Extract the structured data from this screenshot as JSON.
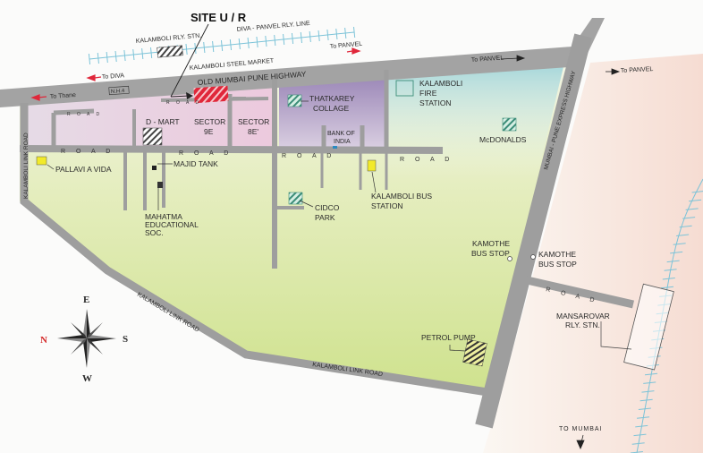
{
  "colors": {
    "road": "#9e9e9e",
    "green_zone": "#dbe8a6",
    "pink_zone": "#ead7e3",
    "purple_zone": "#a895c2",
    "blue_zone": "#a9d9dc",
    "railway": "#7cc3d8",
    "site_marker": "#e0273a",
    "marker_yellow": "#f2ea2a",
    "north_label": "#d42a2a"
  },
  "title": "SITE U / R",
  "labels": {
    "kalamboli_rly_stn": "KALAMBOLI RLY. STN.",
    "diva_panvel_line": "DIVA - PANVEL RLY. LINE",
    "to_panvel_rail": "To PANVEL",
    "to_diva": "To DIVA",
    "steel_market": "KALAMBOLI STEEL MARKET",
    "old_highway": "OLD MUMBAI PUNE HIGHWAY",
    "to_thane": "To Thane",
    "nh4": "N.H.4",
    "to_panvel_highway": "To PANVEL",
    "to_panvel_east": "To PANVEL",
    "express_highway": "MUMBAI - PUNE EXPRESS HIGHWAY",
    "road": "R O A D",
    "dmart": "D - MART",
    "sector_9e": [
      "SECTOR",
      "9E"
    ],
    "sector_8e": [
      "SECTOR",
      "8E'"
    ],
    "thatkarey": [
      "THATKAREY",
      "COLLAGE"
    ],
    "fire_station": [
      "KALAMBOLI",
      "FIRE",
      "STATION"
    ],
    "bank": [
      "BANK OF",
      "INDIA"
    ],
    "mcdonalds": "McDONALDS",
    "pallavi": "PALLAVI A VIDA",
    "majid_tank": "MAJID TANK",
    "mahatma": [
      "MAHATMA",
      "EDUCATIONAL",
      "SOC."
    ],
    "cidco": [
      "CIDCO",
      "PARK"
    ],
    "bus_station": [
      "KALAMBOLI BUS",
      "STATION"
    ],
    "kamothe_west": [
      "KAMOTHE",
      "BUS STOP"
    ],
    "kamothe_east": [
      "KAMOTHE",
      "BUS STOP"
    ],
    "link_road_left": "KALAMBOLI LINK ROAD",
    "link_road_1": "KALAMBOLI LINK ROAD",
    "link_road_2": "KALAMBOLI LINK ROAD",
    "petrol_pump": "PETROL PUMP",
    "mansarovar": [
      "MANSAROVAR",
      "RLY. STN."
    ],
    "to_mumbai": "TO MUMBAI"
  },
  "compass": {
    "n": "N",
    "e": "E",
    "s": "S",
    "w": "W"
  }
}
